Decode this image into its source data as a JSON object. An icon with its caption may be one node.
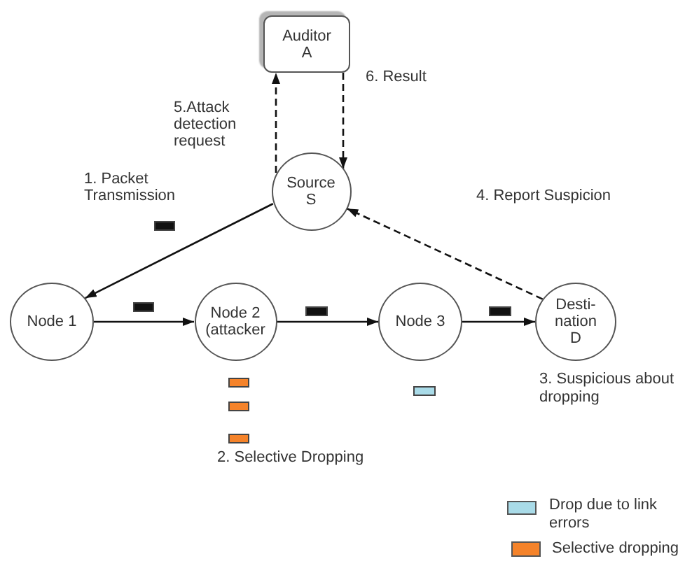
{
  "diagram": {
    "nodes": [
      {
        "text": [
          "Auditor A"
        ]
      },
      {
        "text": [
          "Source S"
        ]
      },
      {
        "text": [
          "Node 1"
        ]
      },
      {
        "text": [
          "Node 2 (attacker"
        ]
      },
      {
        "text": [
          "Node 3"
        ]
      },
      {
        "text": [
          "Desti- nation D"
        ],
        "beside": [
          "3. Suspicious about dropping"
        ]
      }
    ],
    "edges": [
      {
        "from": 1,
        "to": 0,
        "arrow": "to",
        "style": "dashed",
        "label": "5.Attack detection request"
      },
      {
        "from": 0,
        "to": 1,
        "arrow": "to",
        "style": "dashed",
        "label": "6. Result"
      },
      {
        "from": 1,
        "to": 2,
        "arrow": "to",
        "label": "1. Packet Transmission"
      },
      {
        "from": 2,
        "to": 3,
        "arrow": "to"
      },
      {
        "from": 3,
        "to": 4,
        "arrow": "to"
      },
      {
        "from": 4,
        "to": 5,
        "arrow": "to"
      },
      {
        "from": 5,
        "to": 1,
        "arrow": "to",
        "style": "dashed",
        "label": "4. Report Suspicion"
      }
    ],
    "labels": [
      "2. Selective Dropping"
    ],
    "legend": [
      {
        "text": "Drop due to link errors",
        "color": "#a9dbe8"
      },
      {
        "text": "Selective dropping",
        "color": "#f5832a"
      }
    ]
  }
}
